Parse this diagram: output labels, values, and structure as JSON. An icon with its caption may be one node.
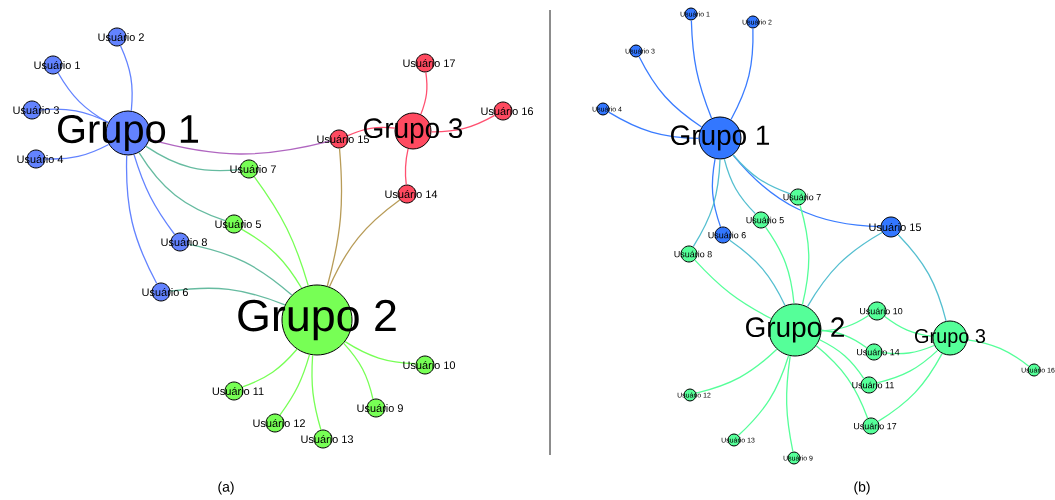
{
  "diagram": {
    "nodes": [
      {
        "text": [
          "Grupo 1"
        ]
      },
      {
        "text": [
          "Grupo 2"
        ]
      },
      {
        "text": [
          "Grupo 3"
        ]
      },
      {
        "text": [
          "Usuário 1"
        ]
      },
      {
        "text": [
          "Usuário 2"
        ]
      },
      {
        "text": [
          "Usuário 3"
        ]
      },
      {
        "text": [
          "Usuário 4"
        ]
      },
      {
        "text": [
          "Usuário 5"
        ]
      },
      {
        "text": [
          "Usuário 6"
        ]
      },
      {
        "text": [
          "Usuário 7"
        ]
      },
      {
        "text": [
          "Usuário 8"
        ]
      },
      {
        "text": [
          "Usuário 9"
        ]
      },
      {
        "text": [
          "Usuário 10"
        ]
      },
      {
        "text": [
          "Usuário 11"
        ]
      },
      {
        "text": [
          "Usuário 12"
        ]
      },
      {
        "text": [
          "Usuário 13"
        ]
      },
      {
        "text": [
          "Usuário 14"
        ]
      },
      {
        "text": [
          "Usuário 15"
        ]
      },
      {
        "text": [
          "Usuário 16"
        ]
      },
      {
        "text": [
          "Usuário 17"
        ]
      },
      {
        "text": [
          "Grupo 1"
        ]
      },
      {
        "text": [
          "Grupo 2"
        ]
      },
      {
        "text": [
          "Grupo 3"
        ]
      },
      {
        "text": [
          "Usuário 1"
        ]
      },
      {
        "text": [
          "Usuário 2"
        ]
      },
      {
        "text": [
          "Usuário 3"
        ]
      },
      {
        "text": [
          "Usuário 4"
        ]
      },
      {
        "text": [
          "Usuário 5"
        ]
      },
      {
        "text": [
          "Usuário 6"
        ]
      },
      {
        "text": [
          "Usuário 7"
        ]
      },
      {
        "text": [
          "Usuário 8"
        ]
      },
      {
        "text": [
          "Usuário 9"
        ]
      },
      {
        "text": [
          "Usuário 10"
        ]
      },
      {
        "text": [
          "Usuário 11"
        ]
      },
      {
        "text": [
          "Usuário 12"
        ]
      },
      {
        "text": [
          "Usuário 13"
        ]
      },
      {
        "text": [
          "Usuário 14"
        ]
      },
      {
        "text": [
          "Usuário 15"
        ]
      },
      {
        "text": [
          "Usuário 16"
        ]
      },
      {
        "text": [
          "Usuário 17"
        ]
      }
    ],
    "edges": [
      {
        "from": 0,
        "to": 3,
        "arrow": "none",
        "color": "#6383ff"
      },
      {
        "from": 0,
        "to": 4,
        "arrow": "none",
        "color": "#6383ff"
      },
      {
        "from": 0,
        "to": 5,
        "arrow": "none",
        "color": "#6383ff"
      },
      {
        "from": 0,
        "to": 6,
        "arrow": "none",
        "color": "#6383ff"
      },
      {
        "from": 0,
        "to": 10,
        "arrow": "none",
        "color": "#6383ff"
      },
      {
        "from": 0,
        "to": 8,
        "arrow": "none",
        "color": "#6383ff"
      },
      {
        "from": 0,
        "to": 17,
        "arrow": "none",
        "color": "#b066c0"
      },
      {
        "from": 0,
        "to": 9,
        "arrow": "none",
        "color": "#66bba0"
      },
      {
        "from": 0,
        "to": 7,
        "arrow": "none",
        "color": "#66bba0"
      },
      {
        "from": 10,
        "to": 1,
        "arrow": "none",
        "color": "#66bba0"
      },
      {
        "from": 8,
        "to": 1,
        "arrow": "none",
        "color": "#66bba0"
      },
      {
        "from": 7,
        "to": 1,
        "arrow": "none",
        "color": "#77ff55"
      },
      {
        "from": 9,
        "to": 1,
        "arrow": "none",
        "color": "#77ff55"
      },
      {
        "from": 17,
        "to": 1,
        "arrow": "none",
        "color": "#b89c58"
      },
      {
        "from": 16,
        "to": 1,
        "arrow": "none",
        "color": "#b89c58"
      },
      {
        "from": 2,
        "to": 17,
        "arrow": "none",
        "color": "#ff5070"
      },
      {
        "from": 2,
        "to": 19,
        "arrow": "none",
        "color": "#ff5070"
      },
      {
        "from": 2,
        "to": 18,
        "arrow": "none",
        "color": "#ff5070"
      },
      {
        "from": 2,
        "to": 16,
        "arrow": "none",
        "color": "#ff5070"
      },
      {
        "from": 1,
        "to": 12,
        "arrow": "none",
        "color": "#77ff55"
      },
      {
        "from": 1,
        "to": 13,
        "arrow": "none",
        "color": "#77ff55"
      },
      {
        "from": 1,
        "to": 14,
        "arrow": "none",
        "color": "#77ff55"
      },
      {
        "from": 1,
        "to": 15,
        "arrow": "none",
        "color": "#77ff55"
      },
      {
        "from": 1,
        "to": 11,
        "arrow": "none",
        "color": "#77ff55"
      },
      {
        "from": 20,
        "to": 23,
        "arrow": "none",
        "color": "#3a7cff"
      },
      {
        "from": 20,
        "to": 24,
        "arrow": "none",
        "color": "#3a7cff"
      },
      {
        "from": 20,
        "to": 25,
        "arrow": "none",
        "color": "#3a7cff"
      },
      {
        "from": 20,
        "to": 26,
        "arrow": "none",
        "color": "#3a7cff"
      },
      {
        "from": 20,
        "to": 28,
        "arrow": "none",
        "color": "#3a7cff"
      },
      {
        "from": 20,
        "to": 37,
        "arrow": "none",
        "color": "#3a7cff"
      },
      {
        "from": 20,
        "to": 30,
        "arrow": "none",
        "color": "#55bfd0"
      },
      {
        "from": 20,
        "to": 27,
        "arrow": "none",
        "color": "#55bfd0"
      },
      {
        "from": 20,
        "to": 29,
        "arrow": "none",
        "color": "#55bfd0"
      },
      {
        "from": 28,
        "to": 21,
        "arrow": "none",
        "color": "#55bfd0"
      },
      {
        "from": 37,
        "to": 21,
        "arrow": "none",
        "color": "#55bfd0"
      },
      {
        "from": 37,
        "to": 22,
        "arrow": "none",
        "color": "#55bfd0"
      },
      {
        "from": 30,
        "to": 21,
        "arrow": "none",
        "color": "#55ff99"
      },
      {
        "from": 27,
        "to": 21,
        "arrow": "none",
        "color": "#55ff99"
      },
      {
        "from": 29,
        "to": 21,
        "arrow": "none",
        "color": "#55ff99"
      },
      {
        "from": 21,
        "to": 32,
        "arrow": "none",
        "color": "#55ff99"
      },
      {
        "from": 32,
        "to": 22,
        "arrow": "none",
        "color": "#55ff99"
      },
      {
        "from": 21,
        "to": 36,
        "arrow": "none",
        "color": "#55ff99"
      },
      {
        "from": 36,
        "to": 22,
        "arrow": "none",
        "color": "#55ff99"
      },
      {
        "from": 21,
        "to": 33,
        "arrow": "none",
        "color": "#55ff99"
      },
      {
        "from": 33,
        "to": 22,
        "arrow": "none",
        "color": "#55ff99"
      },
      {
        "from": 21,
        "to": 39,
        "arrow": "none",
        "color": "#55ff99"
      },
      {
        "from": 39,
        "to": 22,
        "arrow": "none",
        "color": "#55ff99"
      },
      {
        "from": 22,
        "to": 38,
        "arrow": "none",
        "color": "#55ff99"
      },
      {
        "from": 21,
        "to": 34,
        "arrow": "none",
        "color": "#55ff99"
      },
      {
        "from": 21,
        "to": 35,
        "arrow": "none",
        "color": "#55ff99"
      },
      {
        "from": 21,
        "to": 31,
        "arrow": "none",
        "color": "#55ff99"
      }
    ],
    "labels": [
      "(a)",
      "(b)"
    ]
  }
}
